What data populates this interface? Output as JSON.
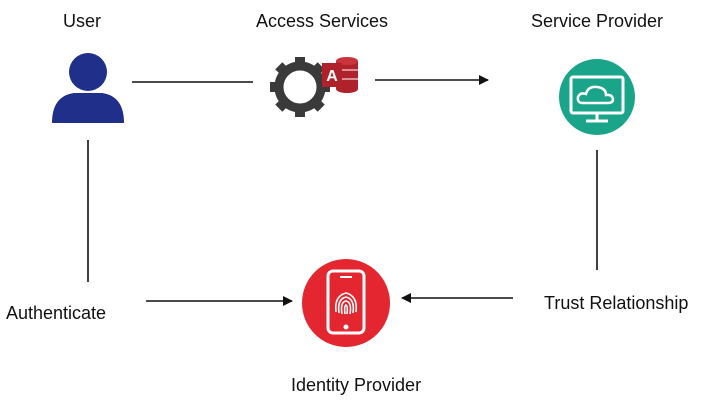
{
  "nodes": {
    "user": {
      "label": "User",
      "icon": "user-icon"
    },
    "access_services": {
      "label": "Access Services",
      "icon": "gear-database-icon"
    },
    "service_provider": {
      "label": "Service Provider",
      "icon": "cloud-monitor-icon"
    },
    "identity_provider": {
      "label": "Identity Provider",
      "icon": "phone-fingerprint-icon"
    }
  },
  "edges": {
    "authenticate": {
      "label": "Authenticate"
    },
    "trust_relationship": {
      "label": "Trust Relationship"
    }
  },
  "colors": {
    "user": "#1f2f8a",
    "gear": "#3a3a3a",
    "access_badge": "#b0222b",
    "service_provider": "#1aa58a",
    "identity_provider": "#e32630",
    "line": "#111111"
  }
}
